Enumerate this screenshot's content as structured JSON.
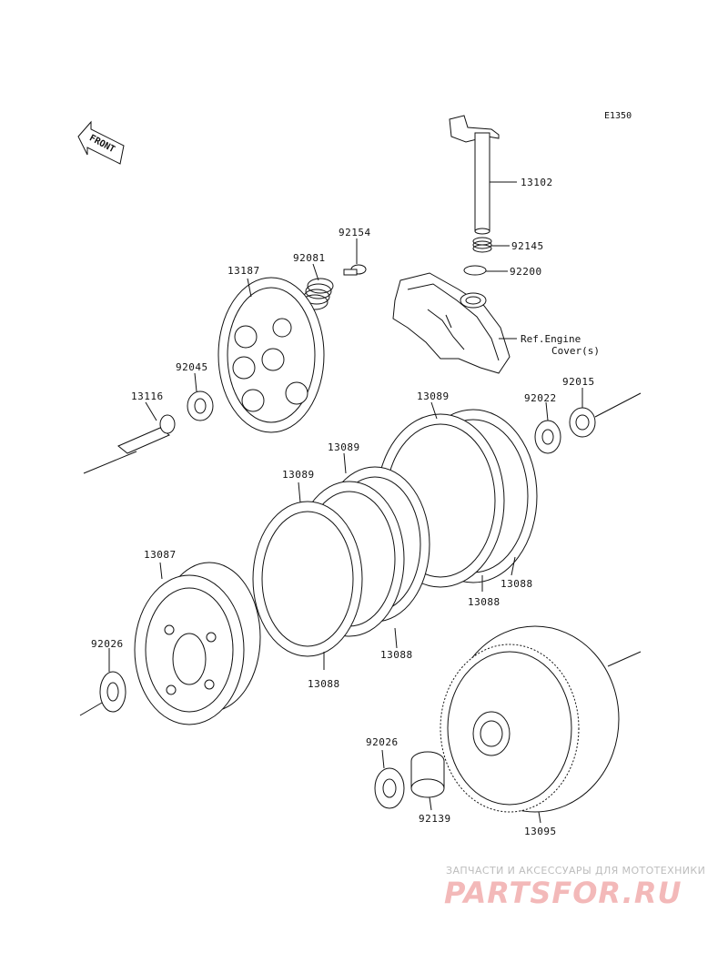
{
  "diagram_code": "E1350",
  "front_label": "FRONT",
  "ref_label_line1": "Ref.Engine",
  "ref_label_line2": "Cover(s)",
  "parts": [
    {
      "id": "p13102",
      "number": "13102"
    },
    {
      "id": "p92145",
      "number": "92145"
    },
    {
      "id": "p92200",
      "number": "92200"
    },
    {
      "id": "p92154",
      "number": "92154"
    },
    {
      "id": "p92081",
      "number": "92081"
    },
    {
      "id": "p13187",
      "number": "13187"
    },
    {
      "id": "p92045",
      "number": "92045"
    },
    {
      "id": "p13116",
      "number": "13116"
    },
    {
      "id": "p13089a",
      "number": "13089"
    },
    {
      "id": "p13089b",
      "number": "13089"
    },
    {
      "id": "p13089c",
      "number": "13089"
    },
    {
      "id": "p92022",
      "number": "92022"
    },
    {
      "id": "p92015",
      "number": "92015"
    },
    {
      "id": "p13088a",
      "number": "13088"
    },
    {
      "id": "p13088b",
      "number": "13088"
    },
    {
      "id": "p13088c",
      "number": "13088"
    },
    {
      "id": "p13088d",
      "number": "13088"
    },
    {
      "id": "p13087",
      "number": "13087"
    },
    {
      "id": "p92026a",
      "number": "92026"
    },
    {
      "id": "p92026b",
      "number": "92026"
    },
    {
      "id": "p92139",
      "number": "92139"
    },
    {
      "id": "p13095",
      "number": "13095"
    }
  ],
  "watermark": {
    "tagline": "ЗАПЧАСТИ И АКСЕССУАРЫ ДЛЯ МОТОТЕХНИКИ",
    "logo": "PARTSFOR.RU"
  }
}
